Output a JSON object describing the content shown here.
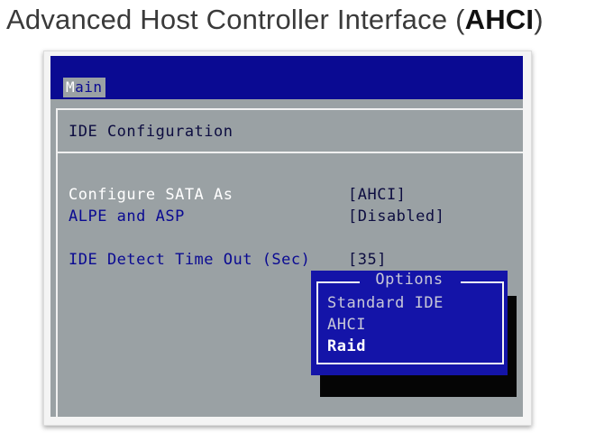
{
  "slide": {
    "title_prefix": "Advanced Host Controller Interface (",
    "title_strong": "AHCI",
    "title_suffix": ")"
  },
  "bios": {
    "tabs": [
      {
        "label": "Main",
        "active": true
      }
    ],
    "section_title": "IDE Configuration",
    "settings": [
      {
        "label": "Configure SATA As",
        "value": "[AHCI]"
      },
      {
        "label": "ALPE and ASP",
        "value": "[Disabled]"
      },
      {
        "label": "IDE Detect Time Out (Sec)",
        "value": "[35]"
      }
    ],
    "popup": {
      "title": "Options",
      "options": [
        "Standard IDE",
        "AHCI",
        "Raid"
      ],
      "highlighted": "Raid"
    },
    "colors": {
      "bar_blue": "#0a0a92",
      "panel_gray": "#9aa1a4",
      "popup_blue": "#1414a8"
    }
  }
}
